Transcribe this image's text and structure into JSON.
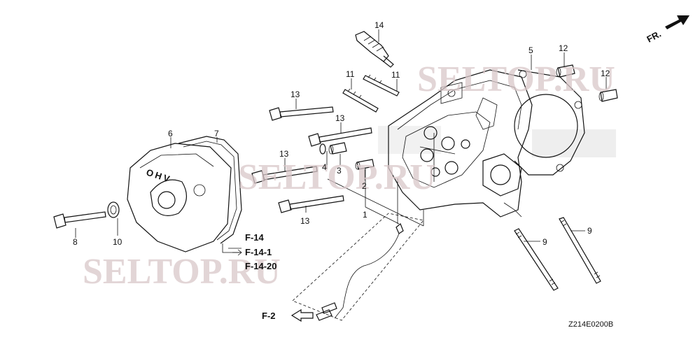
{
  "watermark": {
    "text": "SELTOP.RU",
    "color": "#d9c7c9"
  },
  "direction": {
    "label": "FR."
  },
  "callouts": [
    {
      "id": "p14",
      "text": "14"
    },
    {
      "id": "p5",
      "text": "5"
    },
    {
      "id": "p12a",
      "text": "12"
    },
    {
      "id": "p12b",
      "text": "12"
    },
    {
      "id": "p11a",
      "text": "11"
    },
    {
      "id": "p11b",
      "text": "11"
    },
    {
      "id": "p13a",
      "text": "13"
    },
    {
      "id": "p13b",
      "text": "13"
    },
    {
      "id": "p13c",
      "text": "13"
    },
    {
      "id": "p13d",
      "text": "13"
    },
    {
      "id": "p6",
      "text": "6"
    },
    {
      "id": "p7",
      "text": "7"
    },
    {
      "id": "p4",
      "text": "4"
    },
    {
      "id": "p3",
      "text": "3"
    },
    {
      "id": "p2",
      "text": "2"
    },
    {
      "id": "p1",
      "text": "1"
    },
    {
      "id": "p8",
      "text": "8"
    },
    {
      "id": "p10",
      "text": "10"
    },
    {
      "id": "p9a",
      "text": "9"
    },
    {
      "id": "p9b",
      "text": "9"
    }
  ],
  "references": [
    "F-14",
    "F-14-1",
    "F-14-20",
    "F-2"
  ],
  "cover_marking": "OHV",
  "diagram_code": "Z214E0200B"
}
